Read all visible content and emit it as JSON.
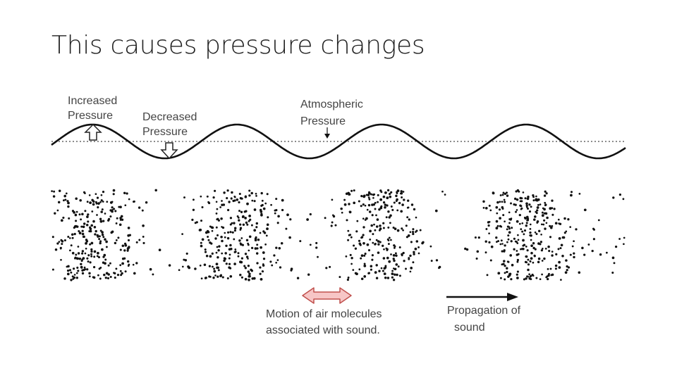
{
  "slide": {
    "title": "This causes pressure changes"
  },
  "diagram": {
    "labels": {
      "increased_line1": "Increased",
      "increased_line2": "Pressure",
      "decreased_line1": "Decreased",
      "decreased_line2": "Pressure",
      "atmospheric_line1": "Atmospheric",
      "atmospheric_line2": "Pressure",
      "motion_line1": "Motion of air molecules",
      "motion_line2": "associated with sound.",
      "propagation_line1": "Propagation of",
      "propagation_line2": "sound"
    },
    "colors": {
      "ink": "#111111",
      "label": "#444444",
      "motion_arrow_fill": "#f7c6c6",
      "motion_arrow_stroke": "#c0504d",
      "baseline": "#666666"
    }
  }
}
